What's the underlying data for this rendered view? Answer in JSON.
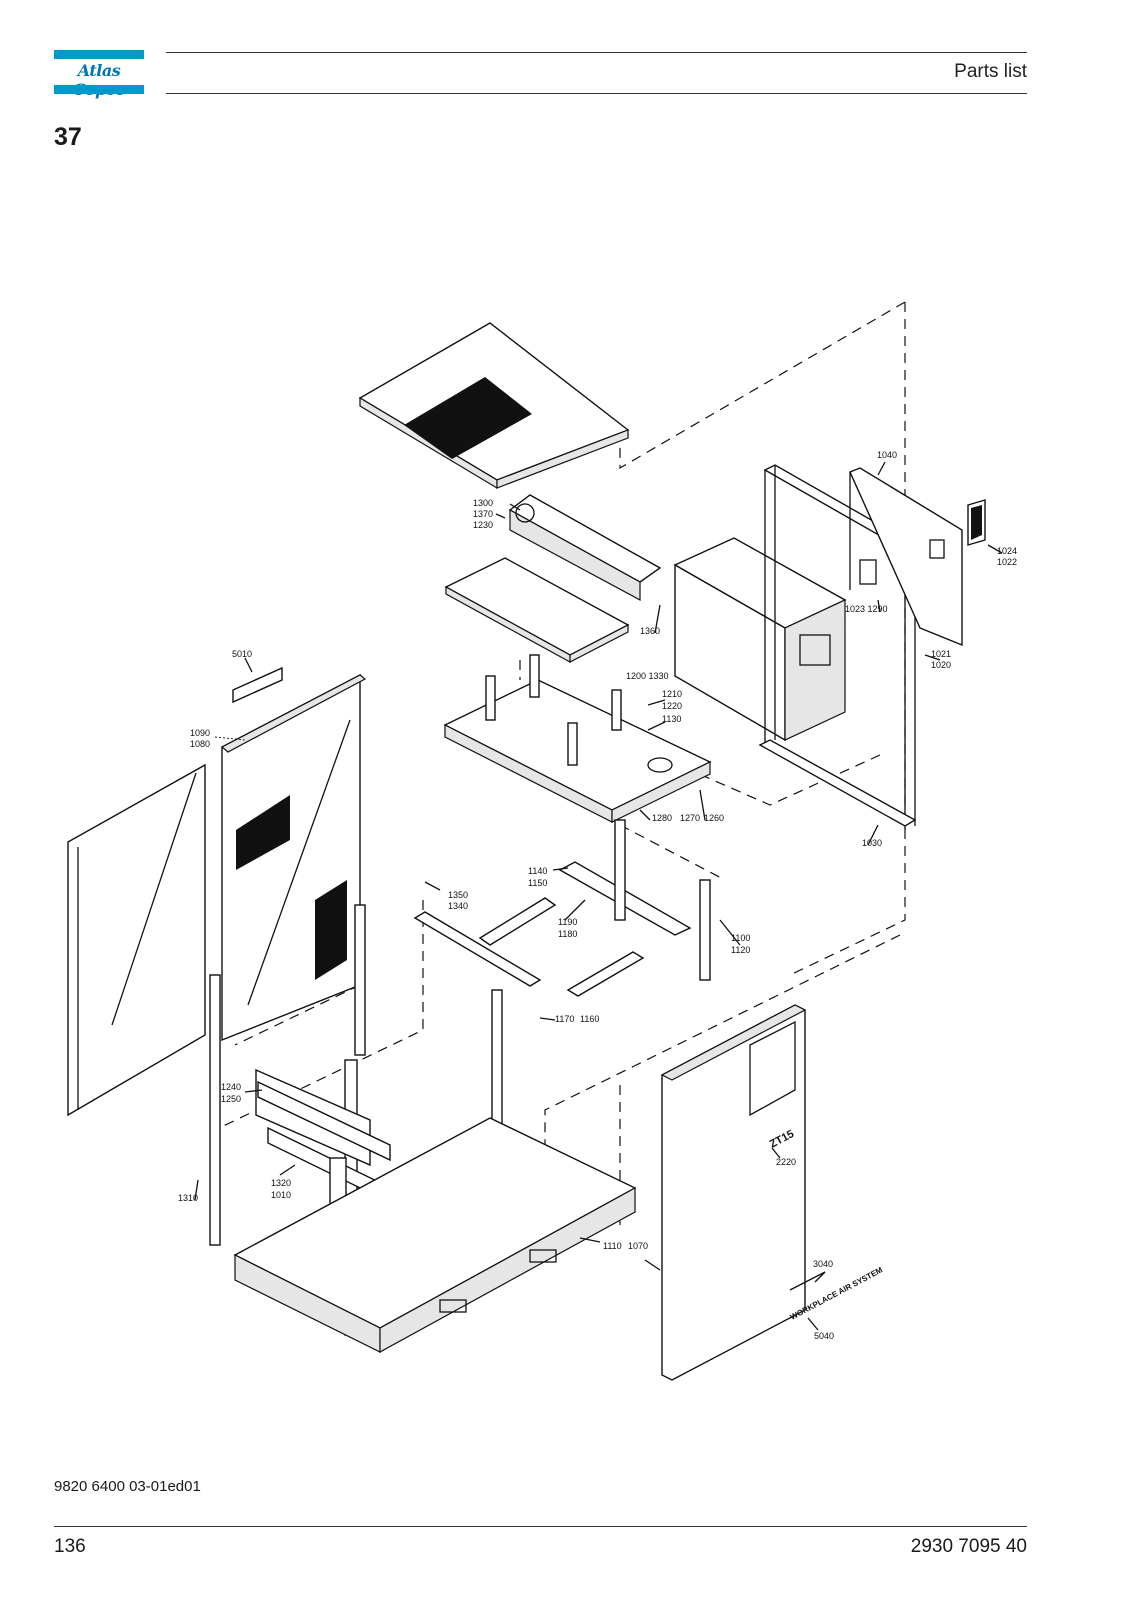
{
  "header": {
    "brand": "Atlas Copco",
    "title": "Parts list"
  },
  "section": {
    "number": "37"
  },
  "callouts": [
    "1040",
    "1300",
    "1370",
    "1230",
    "1024",
    "1022",
    "1023 1290",
    "1360",
    "1021",
    "1020",
    "5010",
    "1200 1330",
    "1210",
    "1220",
    "1130",
    "1090",
    "1080",
    "1280",
    "1270",
    "1260",
    "1030",
    "1140",
    "1150",
    "1350",
    "1340",
    "1190",
    "1180",
    "1100",
    "1120",
    "1170",
    "1160",
    "1240",
    "1250",
    "2220",
    "1320",
    "1010",
    "1310",
    "1110",
    "1070",
    "3040",
    "5040"
  ],
  "door_text": {
    "model": "ZT15",
    "sticker": "WORKPLACE AIR SYSTEM"
  },
  "footer": {
    "doc_code": "9820 6400 03-01ed01",
    "page": "136",
    "part_number": "2930 7095 40"
  }
}
